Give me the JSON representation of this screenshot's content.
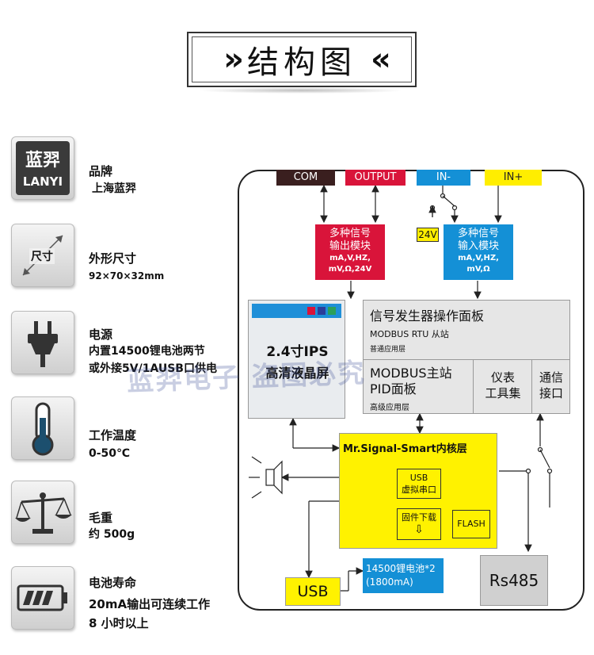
{
  "title": {
    "text": "结构图",
    "left_mark": "»",
    "right_mark": "«"
  },
  "specs": [
    {
      "icon": "lanyi-logo-icon",
      "logo_top": "蓝羿",
      "logo_bottom": "LANYI",
      "title": "品牌",
      "lines": [
        "上海蓝羿"
      ]
    },
    {
      "icon": "dimension-icon",
      "icon_text": "尺寸",
      "title": "外形尺寸",
      "lines": [
        "92×70×32mm"
      ]
    },
    {
      "icon": "power-plug-icon",
      "title": "电源",
      "lines": [
        "内置14500锂电池两节",
        "或外接5V/1AUSB口供电"
      ]
    },
    {
      "icon": "thermometer-icon",
      "title": "工作温度",
      "lines": [
        "0-50℃"
      ]
    },
    {
      "icon": "balance-scale-icon",
      "title": "毛重",
      "lines": [
        "约 500g"
      ]
    },
    {
      "icon": "battery-icon",
      "title": "电池寿命",
      "lines": [
        "20mA输出可连续工作",
        "8 小时以上"
      ]
    }
  ],
  "diagram": {
    "ports": {
      "com": "COM",
      "output": "OUTPUT",
      "in_minus": "IN-",
      "in_plus": "IN+"
    },
    "supply_24v": "24V",
    "output_module": {
      "l1": "多种信号",
      "l2": "输出模块",
      "l3": "mA,V,HZ,",
      "l4": "mV,Ω,24V"
    },
    "input_module": {
      "l1": "多种信号",
      "l2": "输入模块",
      "l3": "mA,V,HZ,",
      "l4": "mV,Ω"
    },
    "screen": {
      "l1": "2.4寸IPS",
      "l2": "高清液晶屏"
    },
    "panel": {
      "title": "信号发生器操作面板",
      "modbus_slave": "MODBUS RTU 从站",
      "normal_layer": "普通应用层",
      "modbus_master": "MODBUS主站",
      "pid": "PID面板",
      "advanced_layer": "高级应用层",
      "toolset_1": "仪表",
      "toolset_2": "工具集",
      "comm_1": "通信",
      "comm_2": "接口"
    },
    "kernel": {
      "title": "Mr.Signal-Smart内核层",
      "usb_serial_1": "USB",
      "usb_serial_2": "虚拟串口",
      "firmware": "固件下载",
      "flash": "FLASH"
    },
    "usb": "USB",
    "battery": {
      "l1": "14500锂电池*2",
      "l2": "(1800mA)"
    },
    "rs485": "Rs485",
    "watermark": "蓝羿电子  盗图必究"
  },
  "colors": {
    "com": "#3a1f1f",
    "output": "#d9143a",
    "input": "#1490d6",
    "in_plus": "#ffee00",
    "kernel": "#fff200",
    "rs485": "#d0d0d0"
  }
}
